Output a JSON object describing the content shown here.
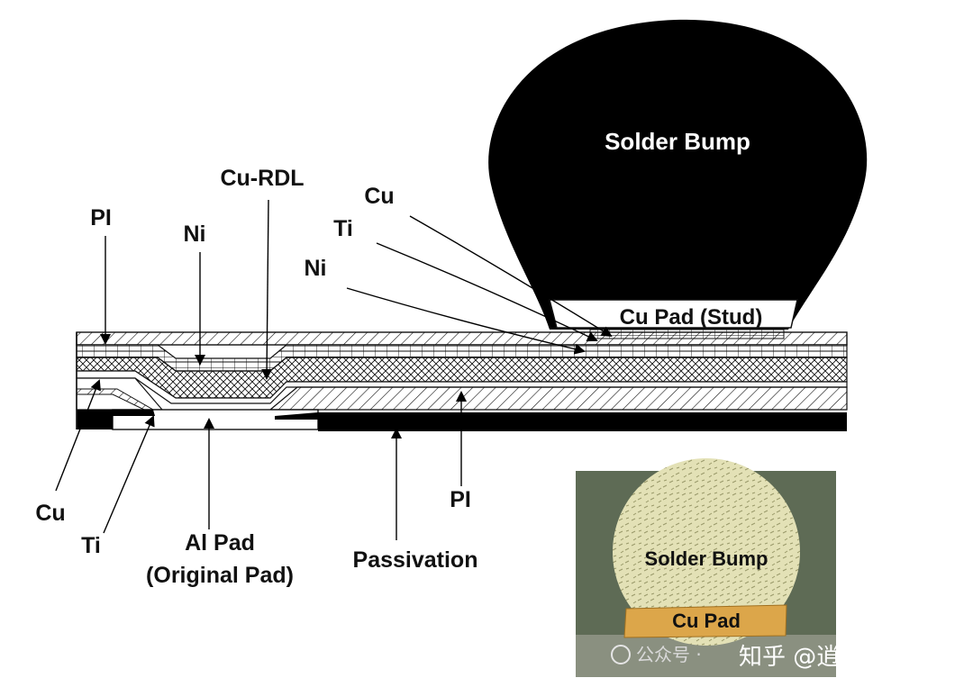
{
  "labels": {
    "solder_bump": "Solder Bump",
    "cu_pad_stud": "Cu Pad (Stud)",
    "cu_rdl": "Cu-RDL",
    "pi_top": "PI",
    "ni_left": "Ni",
    "cu_right": "Cu",
    "ti_right": "Ti",
    "ni_right": "Ni",
    "cu_bottom": "Cu",
    "ti_bottom": "Ti",
    "al_pad_line1": "Al Pad",
    "al_pad_line2": "(Original Pad)",
    "passivation": "Passivation",
    "pi_bottom": "PI"
  },
  "photo": {
    "solder_bump": "Solder Bump",
    "cu_pad": "Cu Pad"
  },
  "watermark": {
    "account_prefix": "公众号 · ",
    "site": "知乎 @逍遥科技"
  },
  "colors": {
    "black": "#000000",
    "photo_bg": "#5c6a52",
    "bump_photo": "#e2e0b4",
    "cu_pad_photo": "#d9a548"
  }
}
